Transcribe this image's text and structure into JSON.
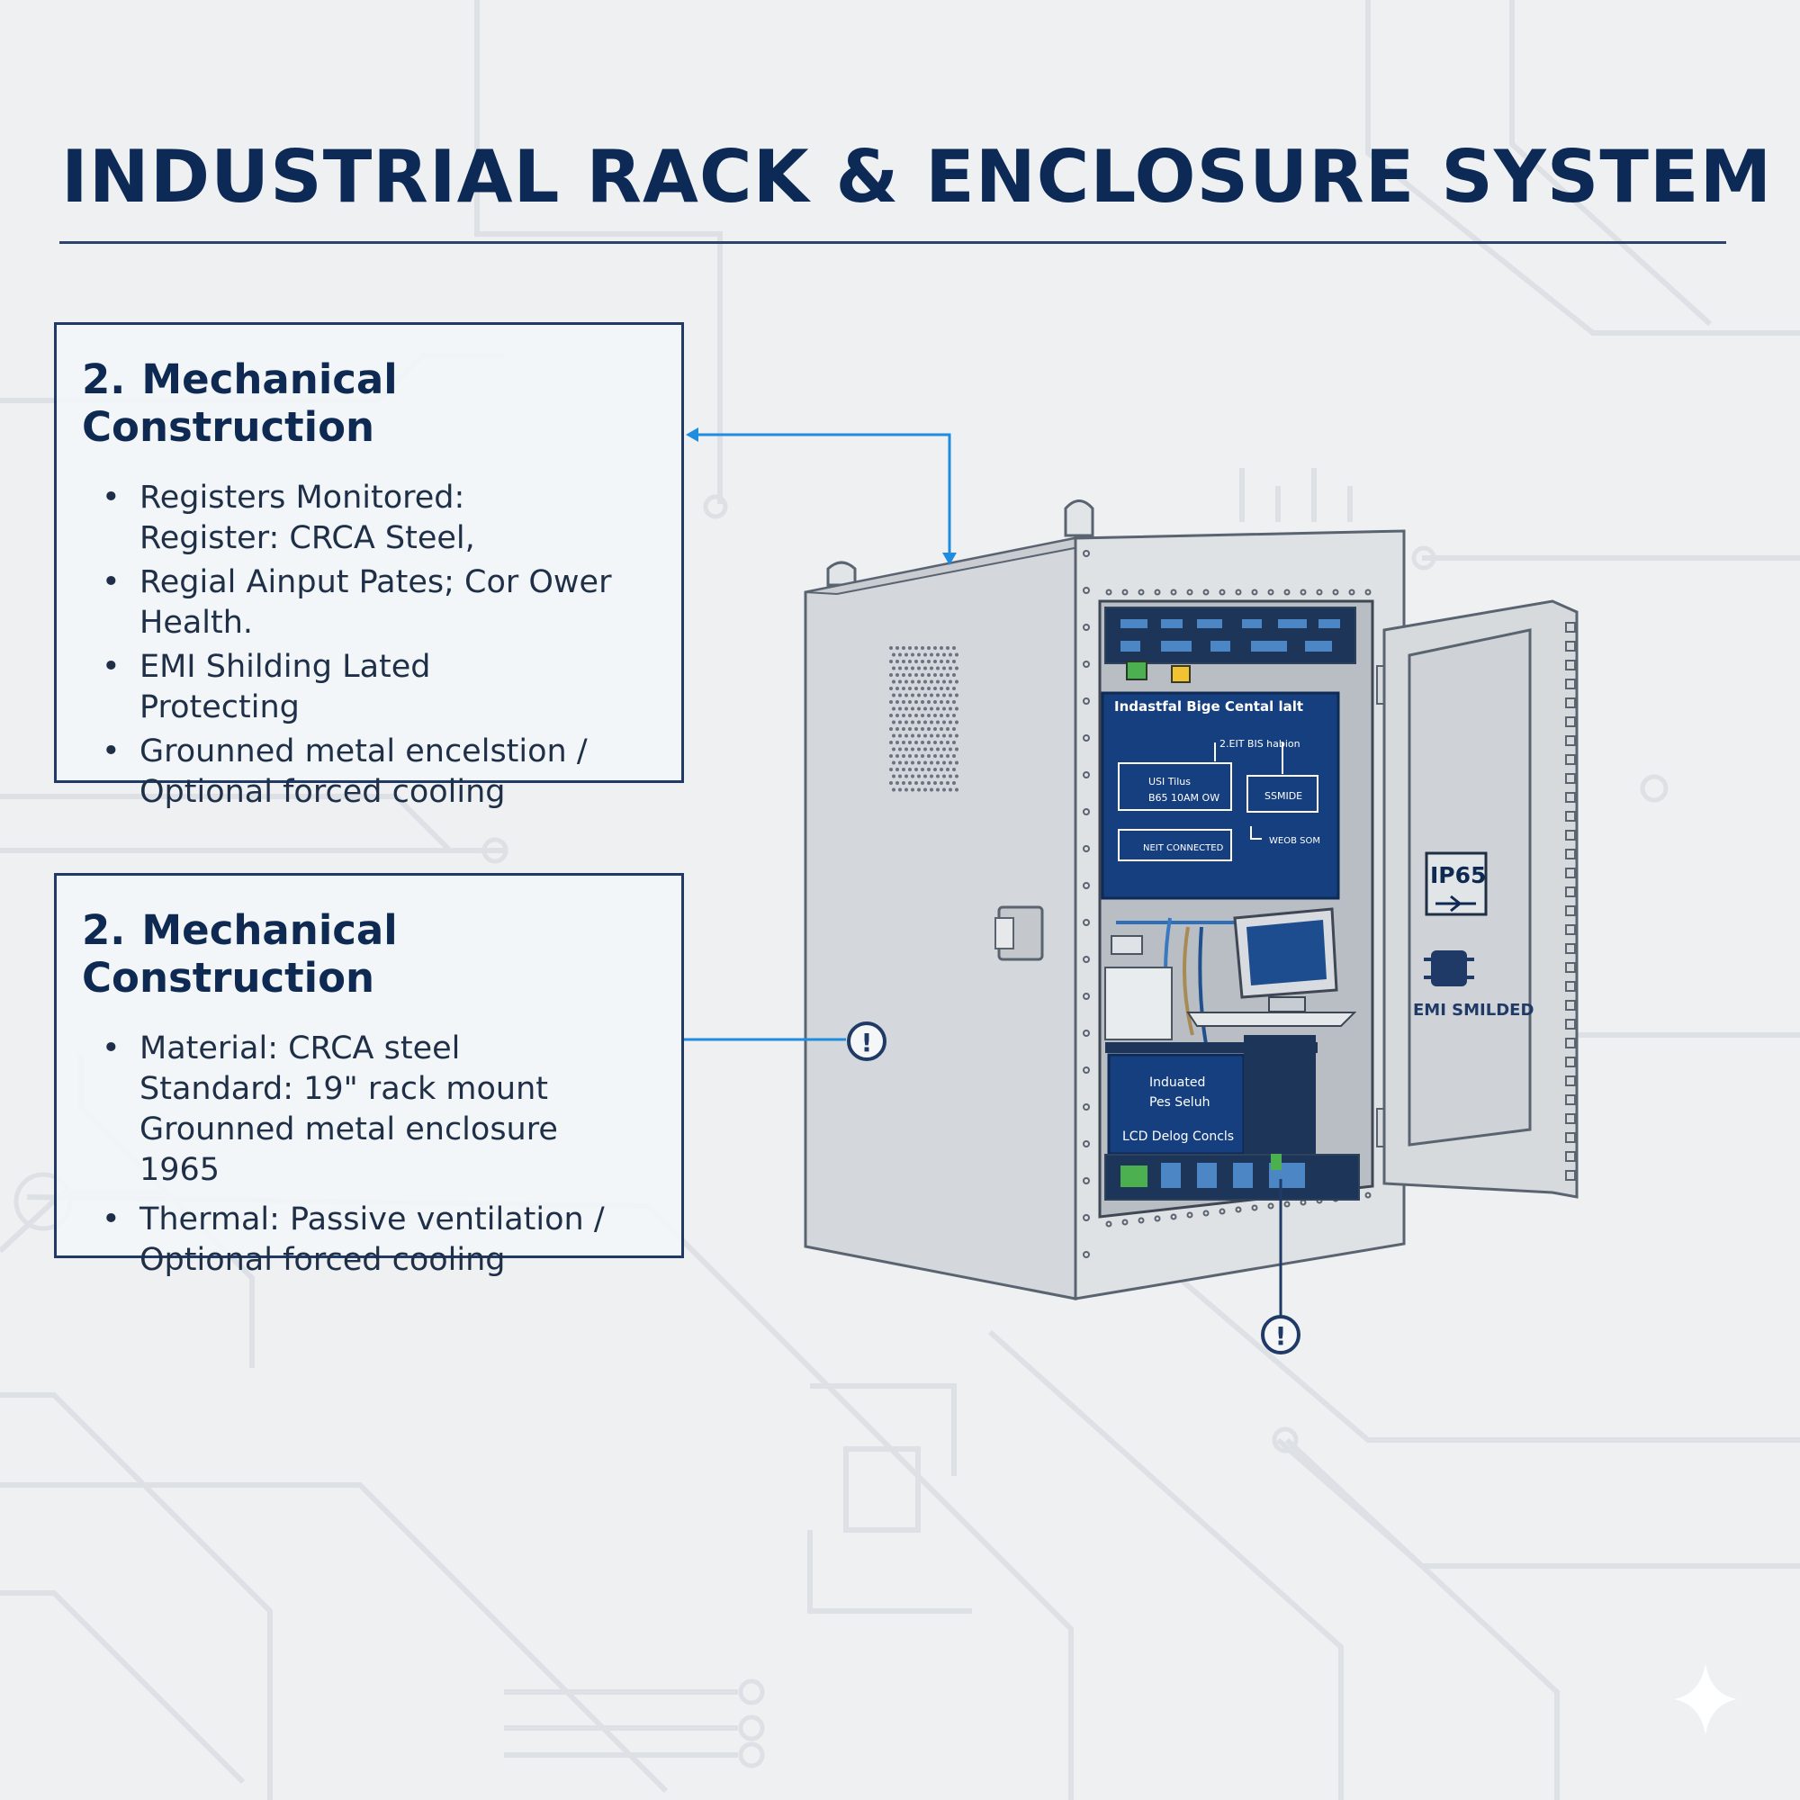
{
  "title": "INDUSTRIAL RACK & ENCLOSURE SYSTEM",
  "panel_top": {
    "number": "2.",
    "heading": "Mechanical Construction",
    "items": [
      {
        "lines": [
          "Registers Monitored:",
          "Register: CRCA Steel,"
        ]
      },
      {
        "lines": [
          "Regial Ainput Pates; Cor Ower",
          "Health."
        ]
      },
      {
        "lines": [
          "EMI Shilding Lated",
          "Protecting"
        ]
      },
      {
        "lines": [
          "Grounned metal encelstion /",
          "Optional forced cooling"
        ]
      }
    ]
  },
  "panel_bottom": {
    "number": "2.",
    "heading": "Mechanical Construction",
    "items": [
      {
        "lines": [
          "Material: CRCA steel",
          "Standard: 19\" rack mount",
          "Grounned metal enclosure",
          "1965"
        ]
      },
      {
        "lines": [
          "Thermal: Passive ventilation /",
          "Optional forced cooling"
        ]
      }
    ]
  },
  "cabinet": {
    "screen_title": "Indastfal Bige Cental lalt",
    "screen_sub": "2.EIT BIS habion",
    "box_a_line1": "USI Tilus",
    "box_a_line2": "B65 10AM OW",
    "box_b": "SSMIDE",
    "box_c": "NEIT CONNECTED",
    "box_d": "WEOB SOM",
    "lower_line1": "Induated",
    "lower_line2": "Pes Seluh",
    "lower_line3": "LCD Delog Concls",
    "badge_ip": "IP65",
    "badge_emi": "EMI SMILDED"
  },
  "callout_icon": "!",
  "colors": {
    "navy": "#0d2a56",
    "accent_blue": "#1f8ce0",
    "steel": "#d7dadd",
    "screen": "#163f80"
  }
}
